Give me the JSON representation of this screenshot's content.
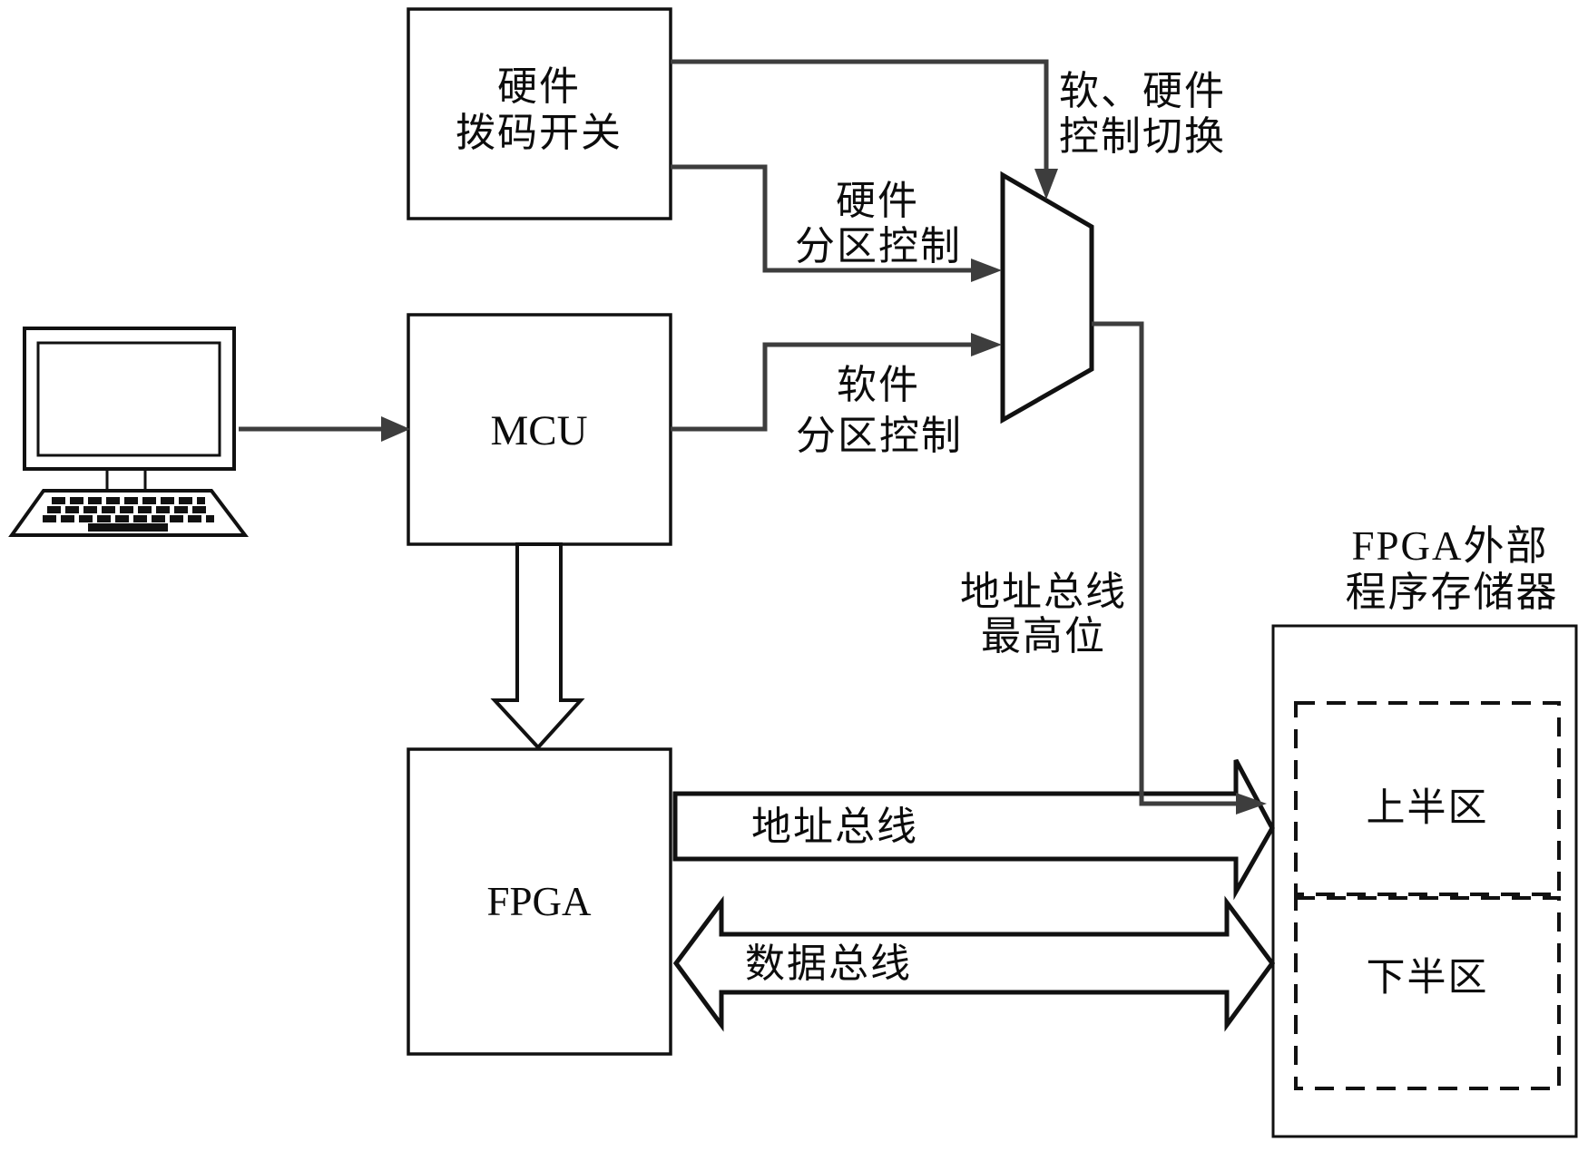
{
  "diagram": {
    "blocks": {
      "dip_switch": {
        "line1": "硬件",
        "line2": "拨码开关"
      },
      "mcu": {
        "label": "MCU"
      },
      "fpga": {
        "label": "FPGA"
      },
      "memory": {
        "title_line1": "FPGA外部",
        "title_line2": "程序存储器",
        "upper_half": "上半区",
        "lower_half": "下半区"
      }
    },
    "labels": {
      "mux_select_line1": "软、硬件",
      "mux_select_line2": "控制切换",
      "hw_partition_line1": "硬件",
      "hw_partition_line2": "分区控制",
      "sw_partition_line1": "软件",
      "sw_partition_line2": "分区控制",
      "addr_msb_line1": "地址总线",
      "addr_msb_line2": "最高位",
      "address_bus": "地址总线",
      "data_bus": "数据总线"
    },
    "colors": {
      "background": "#ffffff",
      "box_border": "#111111",
      "connector_line": "#3d3d3d",
      "text": "#0c0c0c"
    }
  }
}
